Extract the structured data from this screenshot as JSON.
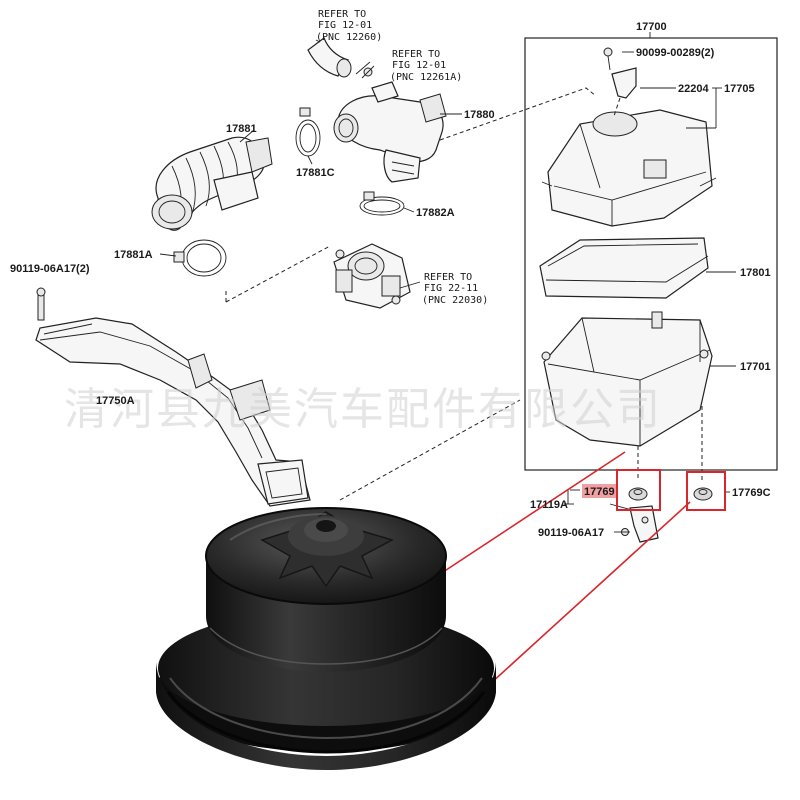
{
  "labels": {
    "refer_1_l1": "REFER TO",
    "refer_1_l2": "FIG 12-01",
    "refer_1_l3": "(PNC 12260)",
    "refer_2_l1": "REFER TO",
    "refer_2_l2": "FIG 12-01",
    "refer_2_l3": "(PNC 12261A)",
    "refer_3_l1": "REFER TO",
    "refer_3_l2": "FIG 22-11",
    "refer_3_l3": "(PNC 22030)",
    "p17700": "17700",
    "p90099": "90099-00289(2)",
    "p22204": "22204",
    "p17705": "17705",
    "p17880": "17880",
    "p17881": "17881",
    "p17881C": "17881C",
    "p17882A": "17882A",
    "p17881A": "17881A",
    "p90119_2": "90119-06A17(2)",
    "p17750A": "17750A",
    "p17801": "17801",
    "p17701": "17701",
    "p17769": "17769",
    "p17769C": "17769C",
    "p17119A": "17119A",
    "p90119": "90119-06A17"
  },
  "watermark": "清河县九美汽车配件有限公司",
  "colors": {
    "callout_red": "#d8262c",
    "highlight_red": "#f0a0a0",
    "rubber_dark": "#1e1e1e"
  }
}
